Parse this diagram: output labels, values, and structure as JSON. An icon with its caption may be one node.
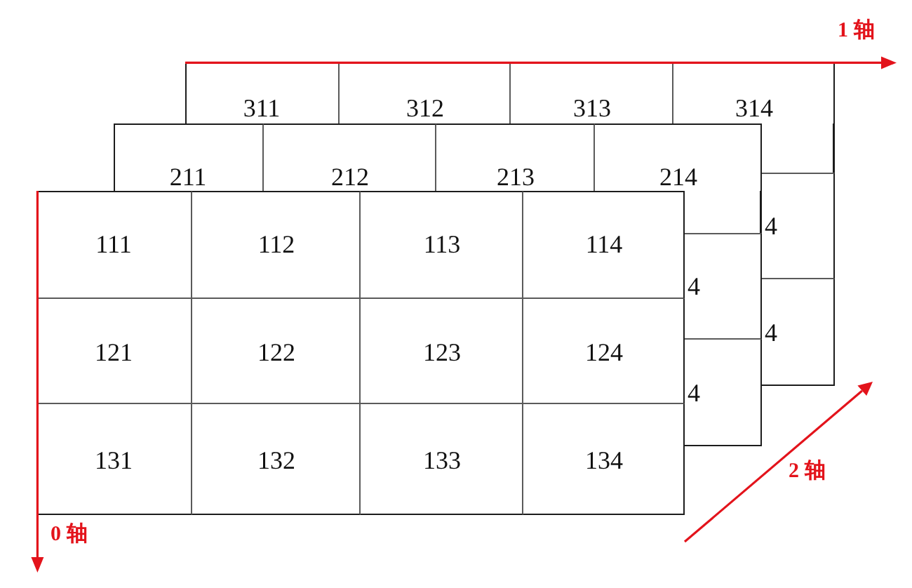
{
  "diagram": {
    "nodes": [
      {
        "text": [
          "311"
        ]
      },
      {
        "text": [
          "312"
        ]
      },
      {
        "text": [
          "313"
        ]
      },
      {
        "text": [
          "314"
        ]
      },
      {
        "text": [
          "4"
        ]
      },
      {
        "text": [
          "4"
        ]
      },
      {
        "text": [
          "211"
        ]
      },
      {
        "text": [
          "212"
        ]
      },
      {
        "text": [
          "213"
        ]
      },
      {
        "text": [
          "214"
        ]
      },
      {
        "text": [
          "4"
        ]
      },
      {
        "text": [
          "4"
        ]
      },
      {
        "text": [
          "111"
        ]
      },
      {
        "text": [
          "112"
        ]
      },
      {
        "text": [
          "113"
        ]
      },
      {
        "text": [
          "114"
        ]
      },
      {
        "text": [
          "121"
        ]
      },
      {
        "text": [
          "122"
        ]
      },
      {
        "text": [
          "123"
        ]
      },
      {
        "text": [
          "124"
        ]
      },
      {
        "text": [
          "131"
        ]
      },
      {
        "text": [
          "132"
        ]
      },
      {
        "text": [
          "133"
        ]
      },
      {
        "text": [
          "134"
        ]
      }
    ],
    "labels": [
      "1 轴",
      "2 轴",
      "0 轴"
    ]
  }
}
